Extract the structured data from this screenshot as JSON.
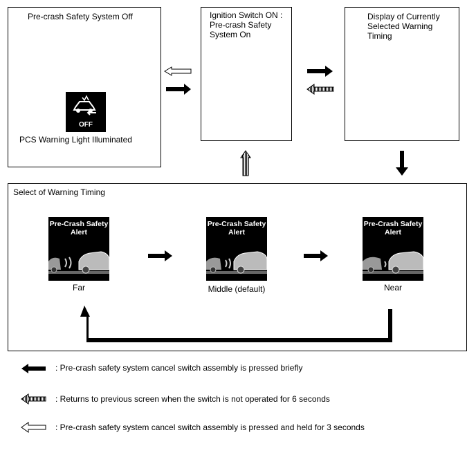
{
  "boxes": {
    "pcs_off": {
      "title": "Pre-crash Safety System Off",
      "icon_text": "OFF",
      "caption": "PCS Warning Light Illuminated"
    },
    "ignition_on": {
      "title": "Ignition Switch ON :\nPre-crash Safety\nSystem On"
    },
    "current_timing": {
      "title": "Display of Currently\nSelected Warning\nTiming"
    },
    "select_timing": {
      "title": "Select of Warning Timing",
      "screens": [
        {
          "title": "Pre-Crash Safety\nAlert",
          "caption": "Far"
        },
        {
          "title": "Pre-Crash Safety\nAlert",
          "caption": "Middle (default)"
        },
        {
          "title": "Pre-Crash Safety\nAlert",
          "caption": "Near"
        }
      ]
    }
  },
  "legend": [
    {
      "icon": "solid-arrow-left",
      "text": ": Pre-crash safety system cancel switch assembly is pressed briefly"
    },
    {
      "icon": "hatched-arrow-left",
      "text": ": Returns to previous screen when the switch is not operated for 6 seconds"
    },
    {
      "icon": "hollow-arrow-left",
      "text": ": Pre-crash safety system cancel switch assembly is pressed and held for 3 seconds"
    }
  ]
}
